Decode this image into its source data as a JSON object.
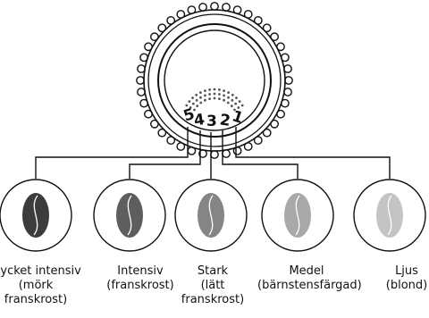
{
  "dial": {
    "numbers": [
      "5",
      "4",
      "3",
      "2",
      "1"
    ]
  },
  "roast_levels": [
    {
      "level": "5",
      "label": "Mycket intensiv\n(mörk\nfranskrost)",
      "bean_color": "#3c3c3c"
    },
    {
      "level": "4",
      "label": "Intensiv\n(franskrost)",
      "bean_color": "#5e5e5e"
    },
    {
      "level": "3",
      "label": "Stark\n(lätt\nfranskrost)",
      "bean_color": "#858585"
    },
    {
      "level": "2",
      "label": "Medel\n(bärnstensfärgad)",
      "bean_color": "#a9a9a9"
    },
    {
      "level": "1",
      "label": "Ljus\n(blond)",
      "bean_color": "#c4c4c4"
    }
  ]
}
